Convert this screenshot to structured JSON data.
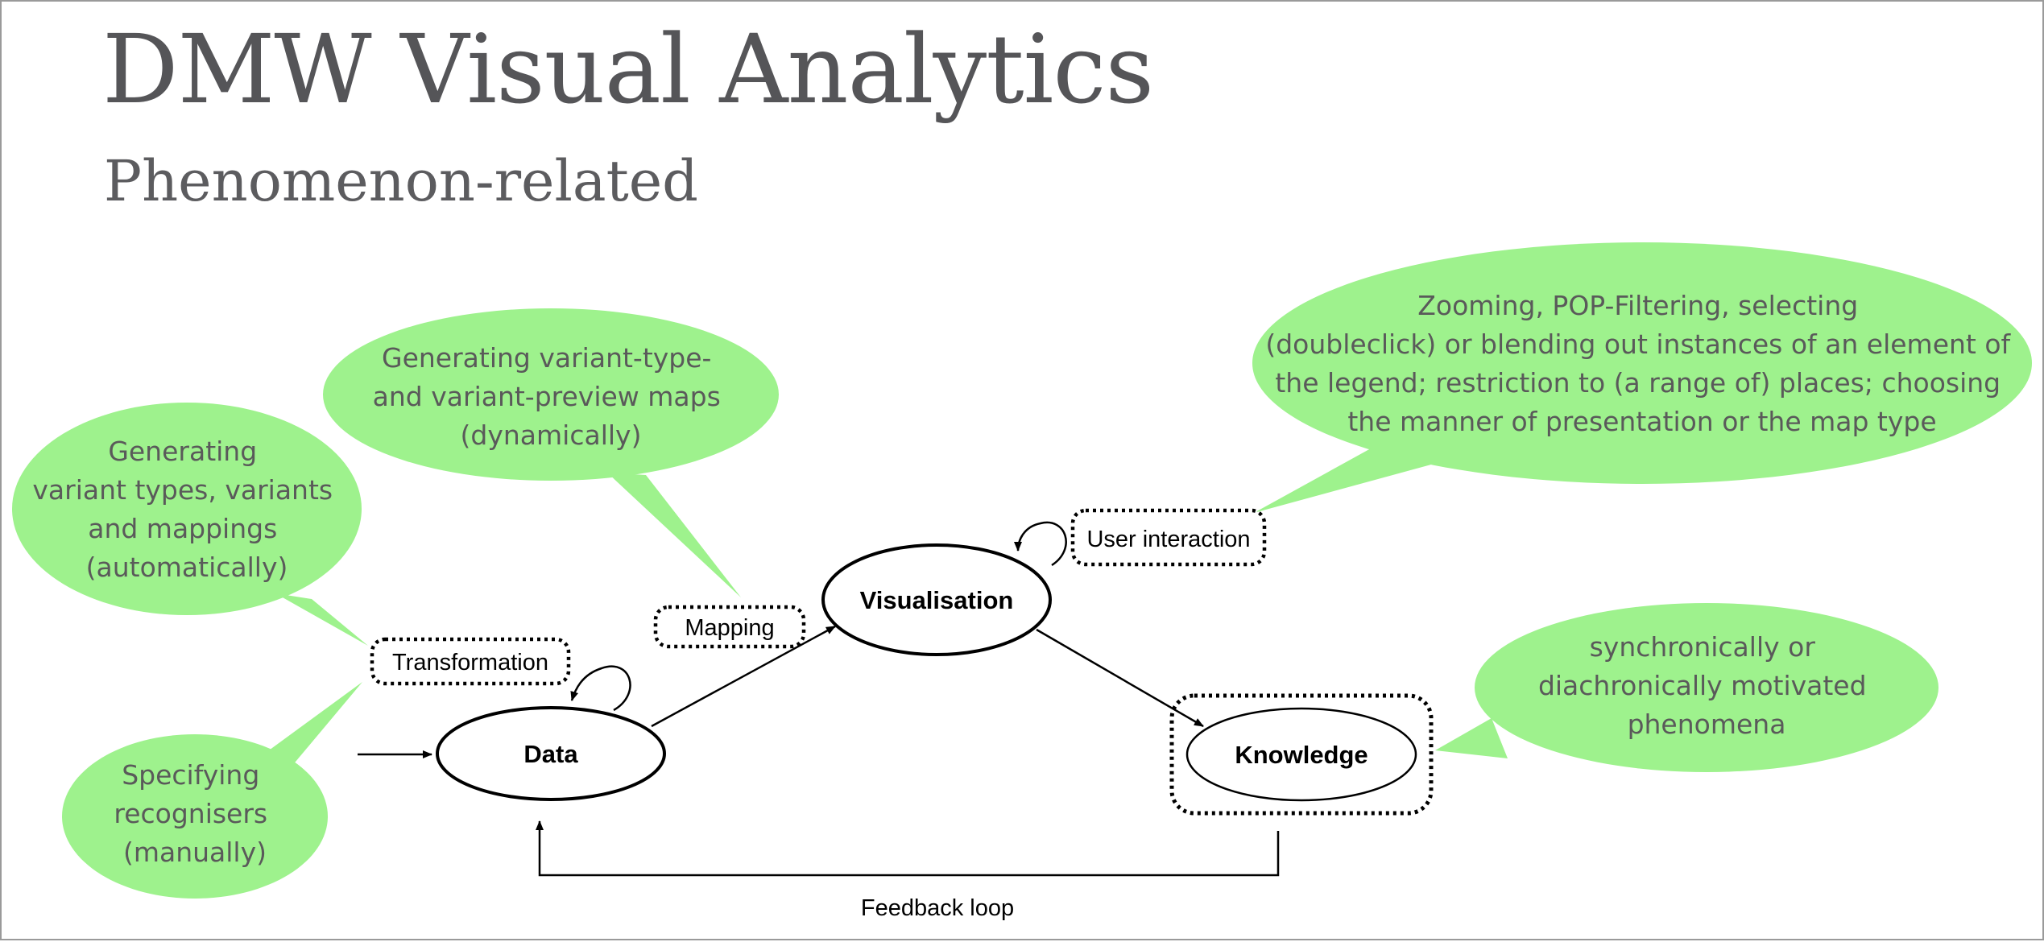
{
  "slide": {
    "title": "DMW Visual Analytics",
    "subtitle": "Phenomenon-related"
  },
  "colors": {
    "bubble_fill": "#9ef28d",
    "bubble_text": "#5a5a5a",
    "line": "#000000",
    "title_text": "#555558"
  },
  "bubbles": {
    "automatic": [
      "Generating",
      "variant types, variants",
      "and mappings",
      "(automatically)"
    ],
    "manual": [
      "Specifying",
      "recognisers",
      "(manually)"
    ],
    "dynamic_maps": [
      "Generating variant-type-",
      "and variant-preview maps",
      "(dynamically)"
    ],
    "interaction": [
      "Zooming, POP-Filtering, selecting",
      "(doubleclick) or blending out instances of an element of",
      "the legend; restriction to (a range of) places; choosing",
      "the manner of presentation or the map type"
    ],
    "phenomena": [
      "synchronically or",
      "diachronically motivated",
      "phenomena"
    ]
  },
  "nodes": {
    "data": "Data",
    "visualisation": "Visualisation",
    "knowledge": "Knowledge"
  },
  "labels": {
    "transformation": "Transformation",
    "mapping": "Mapping",
    "user_interaction": "User interaction",
    "feedback_loop": "Feedback loop"
  }
}
